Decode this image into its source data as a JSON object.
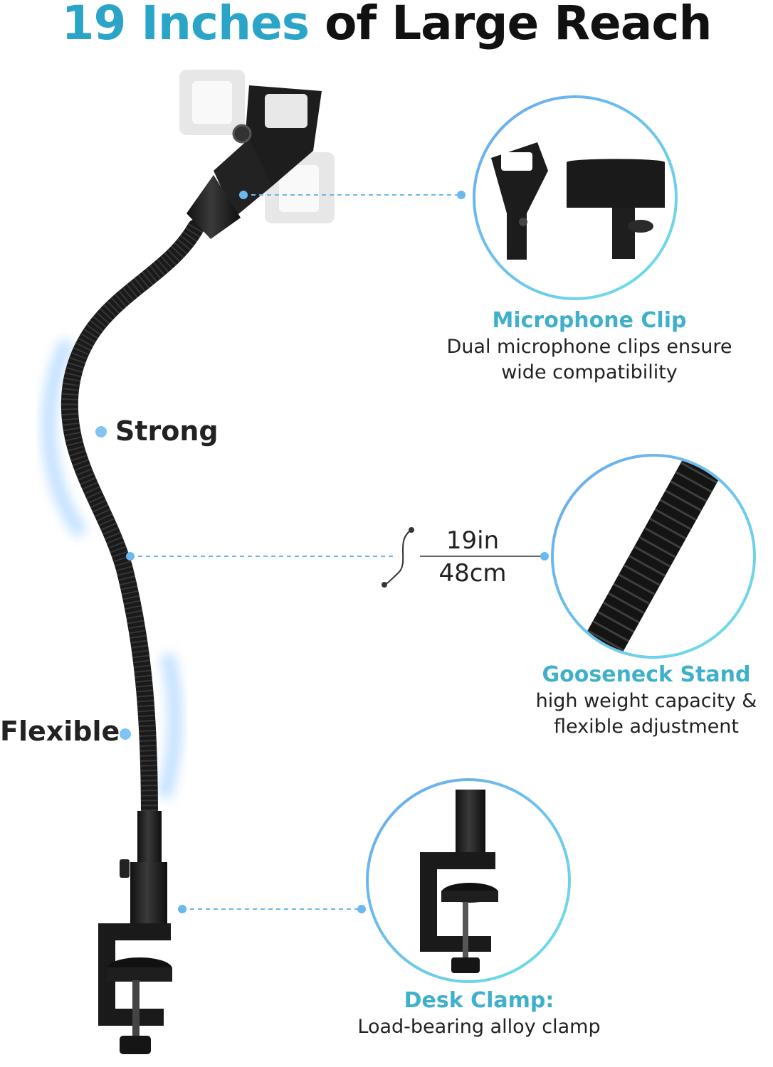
{
  "title": {
    "accent": "19 Inches",
    "rest": "of Large Reach"
  },
  "labels": {
    "strong": "Strong",
    "flexible": "Flexible"
  },
  "length": {
    "inches": "19in",
    "cm": "48cm"
  },
  "features": [
    {
      "title": "Microphone Clip",
      "line1": "Dual microphone clips ensure",
      "line2": "wide compatibility"
    },
    {
      "title": "Gooseneck Stand",
      "line1": "high weight capacity &",
      "line2": "flexible adjustment"
    },
    {
      "title": "Desk Clamp:",
      "line1": "Load-bearing alloy clamp"
    }
  ],
  "colors": {
    "accent": "#2aa5c8",
    "dot": "#6bb8f0",
    "ring": "#7cc3ec",
    "metal": "#1b1b1b"
  }
}
